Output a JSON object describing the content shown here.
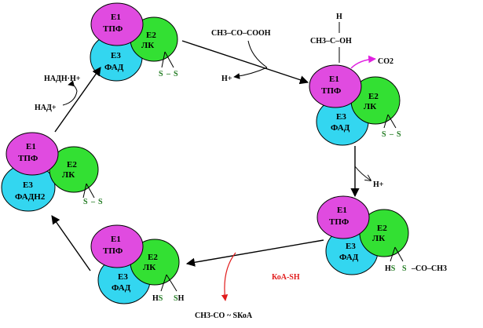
{
  "colors": {
    "e1": "#e04be0",
    "e2": "#33e033",
    "e3": "#33d6f0",
    "stroke": "#000000",
    "sulfur": "#1f7a1f",
    "coa": "#e11b1b",
    "co2_arrow": "#e020e0"
  },
  "enzyme_labels": {
    "e1": "Е1",
    "e1_name": "ТПФ",
    "e2": "Е2",
    "e2_name": "ЛК",
    "e3": "Е3",
    "e3_name": "ФАД",
    "e3_name_reduced": "ФАДН2"
  },
  "complexes": [
    {
      "id": "top-left",
      "sulfur_left": "S",
      "sulfur_right": "S",
      "dash": "–"
    },
    {
      "id": "right-upper",
      "sulfur_left": "S",
      "sulfur_right": "S",
      "dash": "–"
    },
    {
      "id": "right-lower",
      "sulfur_left": "HS",
      "sulfur_right": "S",
      "tail": "–CO–CH3"
    },
    {
      "id": "bottom-middle",
      "sulfur_left": "HS",
      "sulfur_right": "SH"
    },
    {
      "id": "left",
      "sulfur_left": "S",
      "sulfur_right": "S",
      "dash": "–"
    }
  ],
  "substrates": {
    "pyruvate": "CH3–CO–COOH",
    "h_plus": "H+",
    "adduct_h": "H",
    "adduct_ch3": "CH3–C–OH",
    "co2": "CO2",
    "h_plus_2": "H+",
    "koa_sh": "КоА-SH",
    "acetyl_koa": "CH3-CO ~ SКоА",
    "nad": "НАД+",
    "nadh": "НАДН·Н+"
  }
}
